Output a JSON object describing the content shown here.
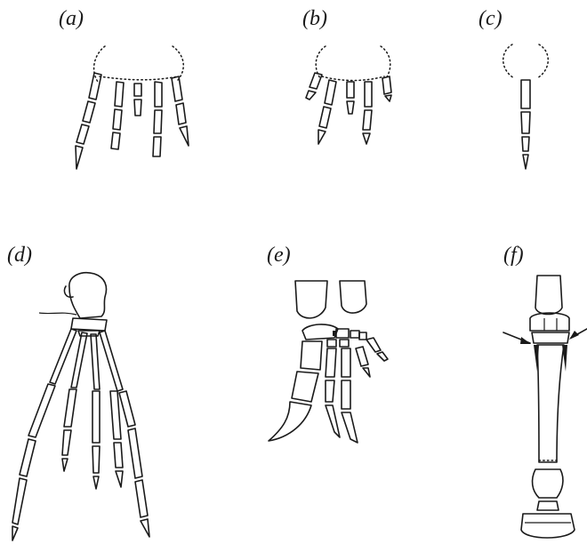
{
  "panels": [
    {
      "id": "a",
      "label": "(a)"
    },
    {
      "id": "b",
      "label": "(b)"
    },
    {
      "id": "c",
      "label": "(c)"
    },
    {
      "id": "d",
      "label": "(d)"
    },
    {
      "id": "e",
      "label": "(e)"
    },
    {
      "id": "f",
      "label": "(f)"
    }
  ],
  "colors": {
    "ink": "#1a1a1a",
    "background": "#ffffff"
  }
}
